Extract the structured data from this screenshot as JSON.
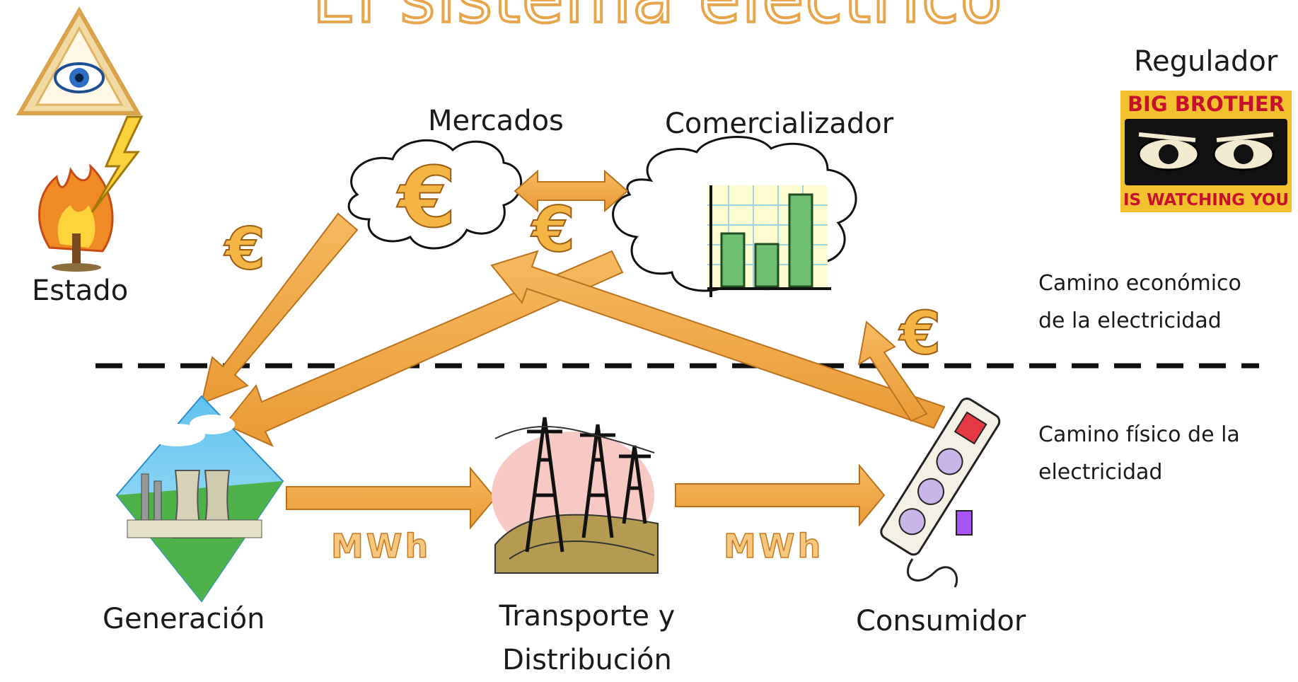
{
  "title": "El sistema eléctrico",
  "labels": {
    "estado": "Estado",
    "regulador": "Regulador",
    "mercados": "Mercados",
    "comercializador": "Comercializador",
    "generacion": "Generación",
    "transporte_line1": "Transporte y",
    "transporte_line2": "Distribución",
    "consumidor": "Consumidor"
  },
  "legend": {
    "economico_line1": "Camino económico",
    "economico_line2": "de la electricidad",
    "fisico_line1": "Camino físico de la",
    "fisico_line2": "electricidad"
  },
  "flow_units": {
    "first": "MWh",
    "second": "MWh"
  },
  "currency_symbol": "€",
  "regulator_image": {
    "top_text": "BIG BROTHER",
    "bottom_text": "IS WATCHING YOU"
  },
  "colors": {
    "arrow_fill": "#f0a540",
    "arrow_stroke": "#b8731e",
    "divider": "#111111"
  }
}
